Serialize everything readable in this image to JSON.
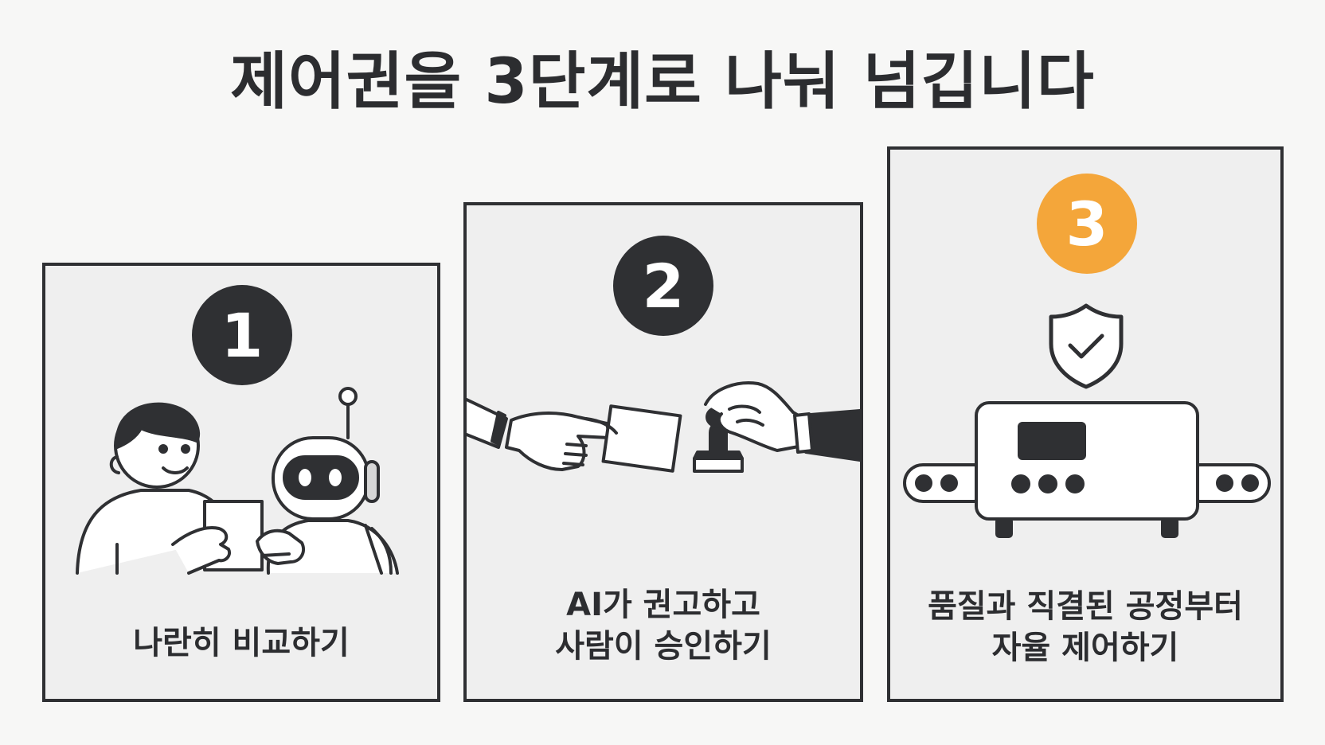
{
  "title": "제어권을 3단계로 나눠 넘깁니다",
  "colors": {
    "ink": "#2f3033",
    "panel": "#efefef",
    "accent": "#f4a63a",
    "background": "#f7f7f6"
  },
  "steps": [
    {
      "number": "1",
      "caption": "나란히 비교하기",
      "icon": "person-and-robot-comparing-card-icon"
    },
    {
      "number": "2",
      "caption_line1": "AI가 권고하고",
      "caption_line2": "사람이 승인하기",
      "icon": "robot-hand-card-and-human-stamp-icon"
    },
    {
      "number": "3",
      "caption_line1": "품질과 직결된 공정부터",
      "caption_line2": "자율 제어하기",
      "icon": "shield-check-and-conveyor-machine-icon"
    }
  ]
}
